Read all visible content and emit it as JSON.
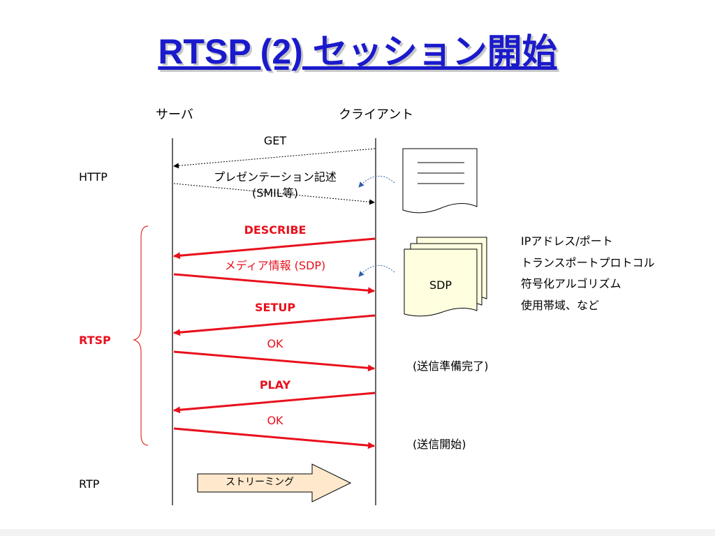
{
  "title": "RTSP (2) セッション開始",
  "actors": {
    "server": "サーバ",
    "client": "クライアント"
  },
  "phases": {
    "http": "HTTP",
    "rtsp": "RTSP",
    "rtp": "RTP"
  },
  "messages": {
    "get": "GET",
    "presentation_line1": "プレゼンテーション記述",
    "presentation_line2": "(SMIL等)",
    "describe": "DESCRIBE",
    "media_info": "メディア情報 (SDP)",
    "setup": "SETUP",
    "ok1": "OK",
    "play": "PLAY",
    "ok2": "OK"
  },
  "document": {
    "sdp_label": "SDP"
  },
  "sdp_contents": [
    "IPアドレス/ポート",
    "トランスポートプロトコル",
    "符号化アルゴリズム",
    "使用帯域、など"
  ],
  "notes": {
    "ready": "(送信準備完了)",
    "start": "(送信開始)"
  },
  "streaming": {
    "label": "ストリーミング"
  },
  "colors": {
    "title": "#1a1acc",
    "rtsp_arrow": "#e8101c",
    "document_fill": "#ffffe0",
    "stream_fill": "#ffe8cc",
    "curve_arrow": "#2e5fa8",
    "bracket": "#e03030"
  }
}
